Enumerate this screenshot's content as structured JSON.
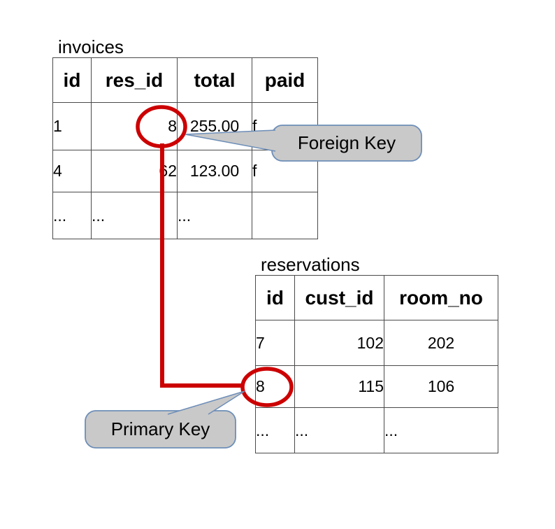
{
  "colors": {
    "background": "#ffffff",
    "annotation_red": "#cc0000",
    "callout_fill": "#c9c9c9",
    "callout_border": "#6d8eb8",
    "table_border": "#4a4a4a",
    "text": "#000000"
  },
  "invoices": {
    "title": "invoices",
    "headers": [
      "id",
      "res_id",
      "total",
      "paid"
    ],
    "rows": [
      [
        "1",
        "8",
        "255.00",
        "f"
      ],
      [
        "4",
        "62",
        "123.00",
        "f"
      ],
      [
        "...",
        "...",
        "...",
        ""
      ]
    ]
  },
  "reservations": {
    "title": "reservations",
    "headers": [
      "id",
      "cust_id",
      "room_no"
    ],
    "rows": [
      [
        "7",
        "102",
        "202"
      ],
      [
        "8",
        "115",
        "106"
      ],
      [
        "...",
        "...",
        "..."
      ]
    ]
  },
  "callouts": {
    "foreign_key_label": "Foreign Key",
    "primary_key_label": "Primary Key"
  }
}
